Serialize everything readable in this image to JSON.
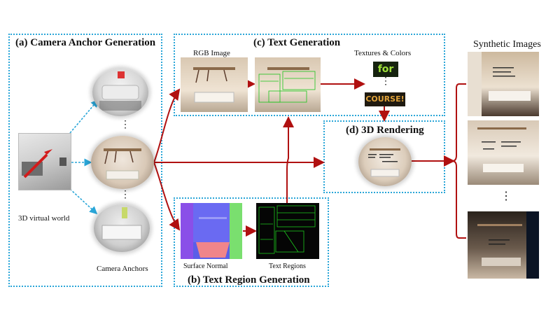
{
  "panels": {
    "camera": "(a) Camera Anchor Generation",
    "text_gen": "(c) Text Generation",
    "render": "(d) 3D Rendering",
    "region": "(b) Text Region Generation"
  },
  "labels": {
    "virtual_world": "3D virtual world",
    "camera_anchors": "Camera Anchors",
    "rgb_image": "RGB Image",
    "textures_colors": "Textures & Colors",
    "surface_normal": "Surface Normal",
    "text_regions": "Text Regions",
    "synthetic_images": "Synthetic Images"
  },
  "samples": {
    "word1": "for",
    "word2": "COURSE!"
  },
  "colors": {
    "panel_border": "#2aa6d8",
    "arrow_red": "#b01010",
    "arrow_blue": "#2aa6d8"
  }
}
